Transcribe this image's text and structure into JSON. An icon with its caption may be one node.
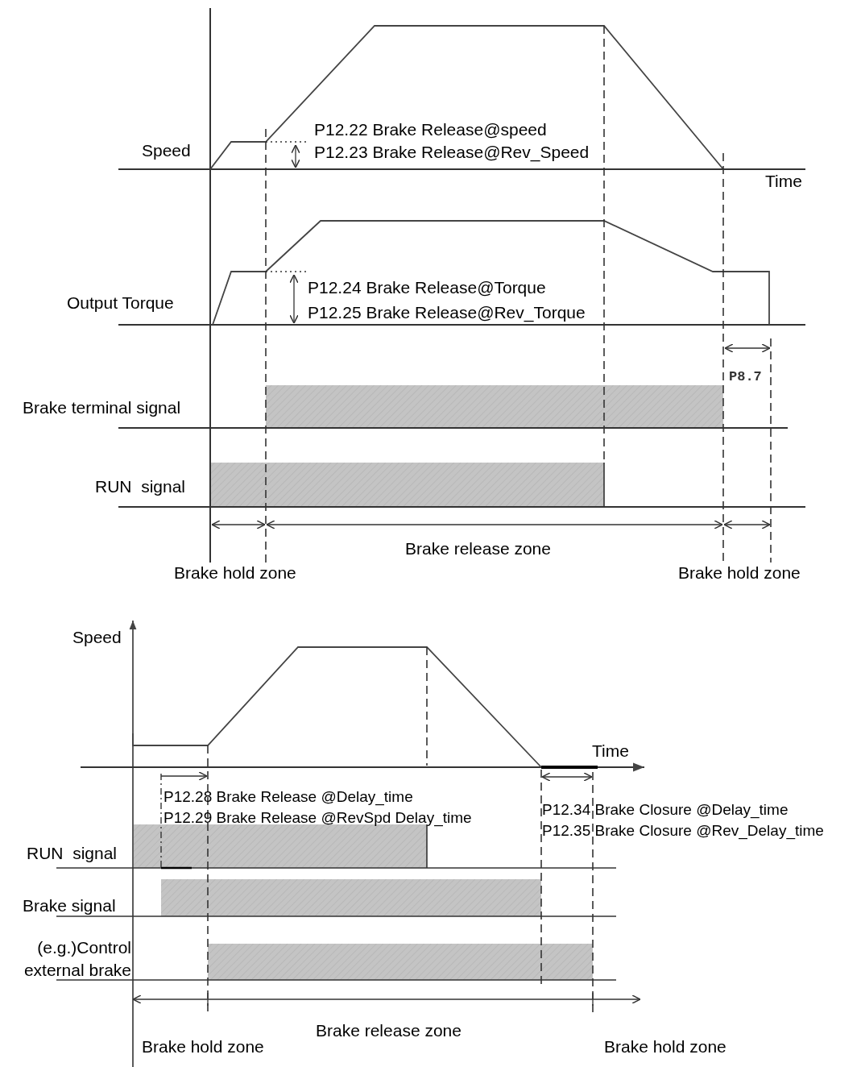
{
  "diagram": {
    "labels": [
      "P12.22 Brake Release@speed",
      "P12.23 Brake Release@Rev_Speed",
      "Speed",
      "Time",
      "P12.24 Brake Release@Torque",
      "Output Torque",
      "P12.25 Brake Release@Rev_Torque",
      "P8.7",
      "Brake terminal signal",
      "RUN  signal",
      "Brake release zone",
      "Brake hold zone",
      "Brake hold zone",
      "Speed",
      "Time",
      "P12.28 Brake Release @Delay_time",
      "P12.34 Brake Closure @Delay_time",
      "P12.29 Brake Release @RevSpd Delay_time",
      "P12.35 Brake Closure @Rev_Delay_time",
      "RUN  signal",
      "Brake signal",
      "(e.g.)Control external brake",
      "Brake release zone",
      "Brake hold zone",
      "Brake hold zone"
    ]
  }
}
